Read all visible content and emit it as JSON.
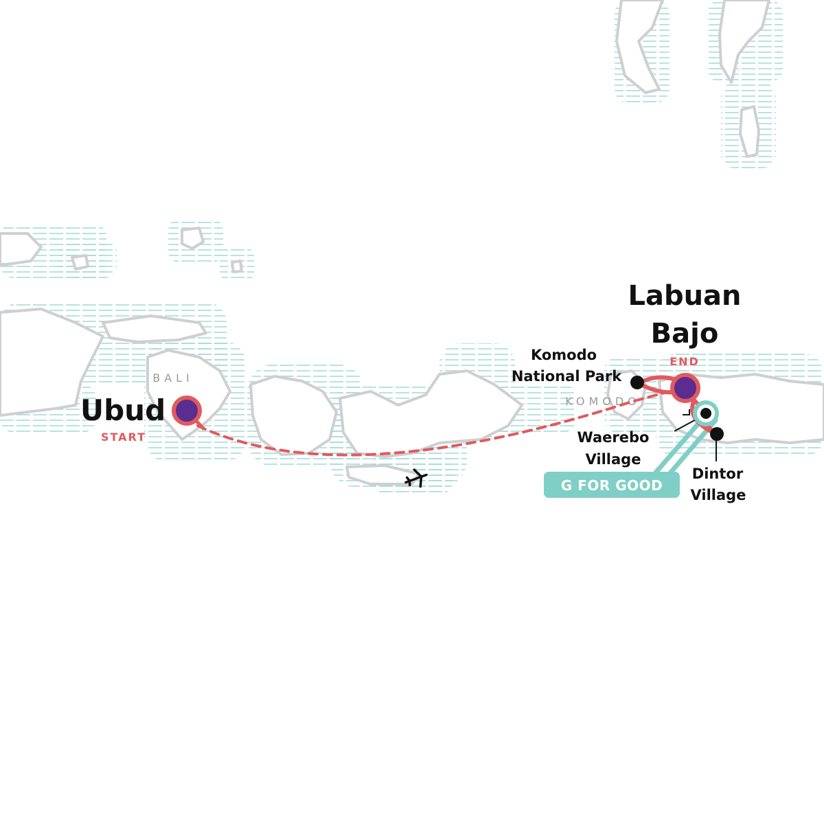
{
  "map": {
    "colors": {
      "route": "#e05a5e",
      "marker_fill": "#5a2d8f",
      "good_route": "#7fcfc6",
      "land_stroke": "#cfcfcf",
      "sea_hatch": "#9fd8db",
      "label": "#111111"
    },
    "regions": {
      "bali": "BALI",
      "komodo": "KOMODO"
    },
    "stops": {
      "start": {
        "name": "Ubud",
        "tag": "START"
      },
      "end": {
        "name_line1": "Labuan",
        "name_line2": "Bajo",
        "tag": "END"
      },
      "komodo_park": {
        "line1": "Komodo",
        "line2": "National Park"
      },
      "waerebo": {
        "line1": "Waerebo",
        "line2": "Village"
      },
      "dintor": {
        "line1": "Dintor",
        "line2": "Village"
      }
    },
    "badge": {
      "label": "G FOR GOOD"
    },
    "icons": {
      "transport": "airplane-icon"
    }
  }
}
